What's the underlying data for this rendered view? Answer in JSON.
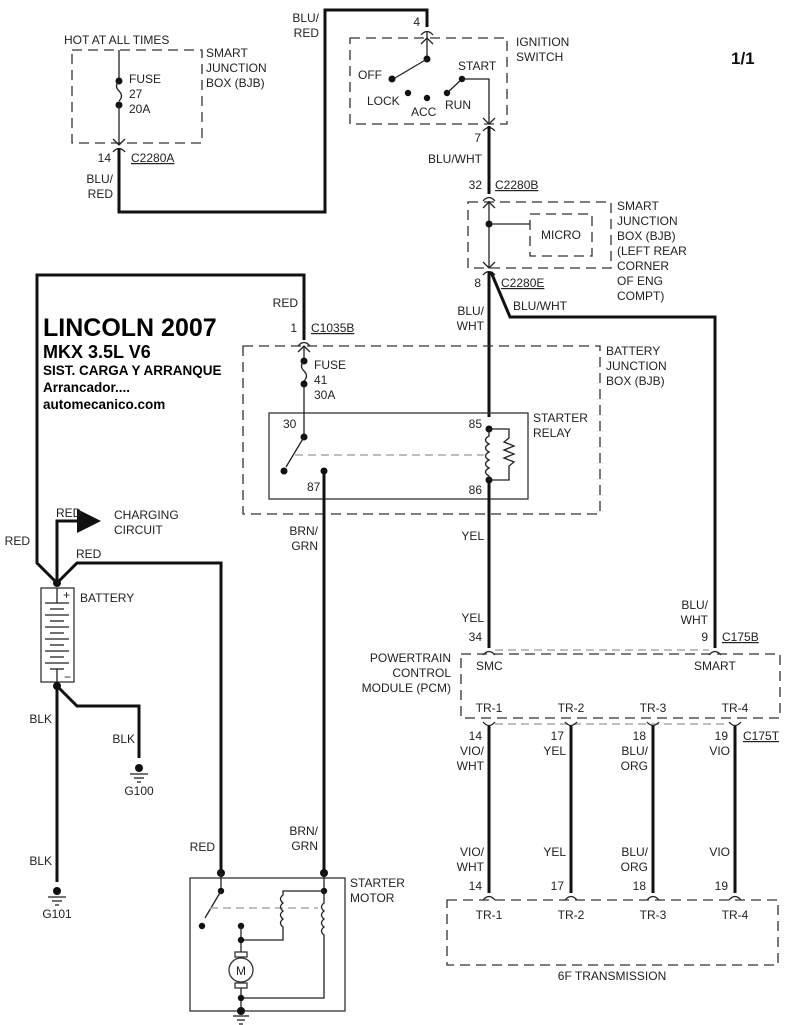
{
  "page_indicator": "1/1",
  "title": {
    "make_year": "LINCOLN 2007",
    "model": "MKX  3.5L  V6",
    "system": "SIST. CARGA Y ARRANQUE",
    "subsystem": "Arrancador....",
    "website": "automecanico.com"
  },
  "components": {
    "smart_jb_fuse": {
      "header": "HOT AT ALL TIMES",
      "label": [
        "SMART",
        "JUNCTION",
        "BOX (BJB)"
      ],
      "fuse": [
        "FUSE",
        "27",
        "20A"
      ],
      "connector": "C2280A",
      "pin": "14"
    },
    "ignition_switch": {
      "label": [
        "IGNITION",
        "SWITCH"
      ],
      "positions": [
        "OFF",
        "LOCK",
        "ACC",
        "RUN",
        "START"
      ],
      "pin_in": "4",
      "pin_out": "7"
    },
    "smart_jb_micro": {
      "label": [
        "SMART",
        "JUNCTION",
        "BOX (BJB)",
        "(LEFT REAR",
        "CORNER",
        "OF ENG",
        "COMPT)"
      ],
      "micro": "MICRO",
      "connector_in": "C2280B",
      "pin_in": "32",
      "connector_out": "C2280E",
      "pin_out": "8"
    },
    "battery_jb": {
      "label": [
        "BATTERY",
        "JUNCTION",
        "BOX (BJB)"
      ],
      "connector": "C1035B",
      "pin": "1",
      "fuse": [
        "FUSE",
        "41",
        "30A"
      ]
    },
    "starter_relay": {
      "label": [
        "STARTER",
        "RELAY"
      ],
      "pins": [
        "30",
        "87",
        "85",
        "86"
      ]
    },
    "battery": {
      "label": "BATTERY",
      "plus": "+",
      "minus": "−",
      "charging_label": [
        "CHARGING",
        "CIRCUIT"
      ]
    },
    "grounds": [
      "G100",
      "G101"
    ],
    "starter_motor": {
      "label": [
        "STARTER",
        "MOTOR"
      ],
      "motor_symbol": "M"
    },
    "pcm": {
      "label": [
        "POWERTRAIN",
        "CONTROL",
        "MODULE (PCM)"
      ],
      "connector_top_left_pin": "34",
      "connector_top_right_pin": "9",
      "connector_top": "C175B",
      "connector_bottom": "C175T",
      "pins_top": [
        "SMC",
        "SMART"
      ],
      "pins_bottom": [
        "TR-1",
        "TR-2",
        "TR-3",
        "TR-4"
      ],
      "bottom_pin_numbers": [
        "14",
        "17",
        "18",
        "19"
      ]
    },
    "transmission": {
      "label": "6F TRANSMISSION",
      "pins": [
        "TR-1",
        "TR-2",
        "TR-3",
        "TR-4"
      ],
      "pin_numbers": [
        "14",
        "17",
        "18",
        "19"
      ]
    }
  },
  "wires": {
    "blu_red": [
      "BLU/",
      "RED"
    ],
    "blu_wht": "BLU/WHT",
    "blu_wht_split": [
      "BLU/",
      "WHT"
    ],
    "red": "RED",
    "brn_grn": [
      "BRN/",
      "GRN"
    ],
    "yel": "YEL",
    "blk": "BLK",
    "vio_wht": [
      "VIO/",
      "WHT"
    ],
    "blu_org": [
      "BLU/",
      "ORG"
    ],
    "vio": "VIO"
  }
}
